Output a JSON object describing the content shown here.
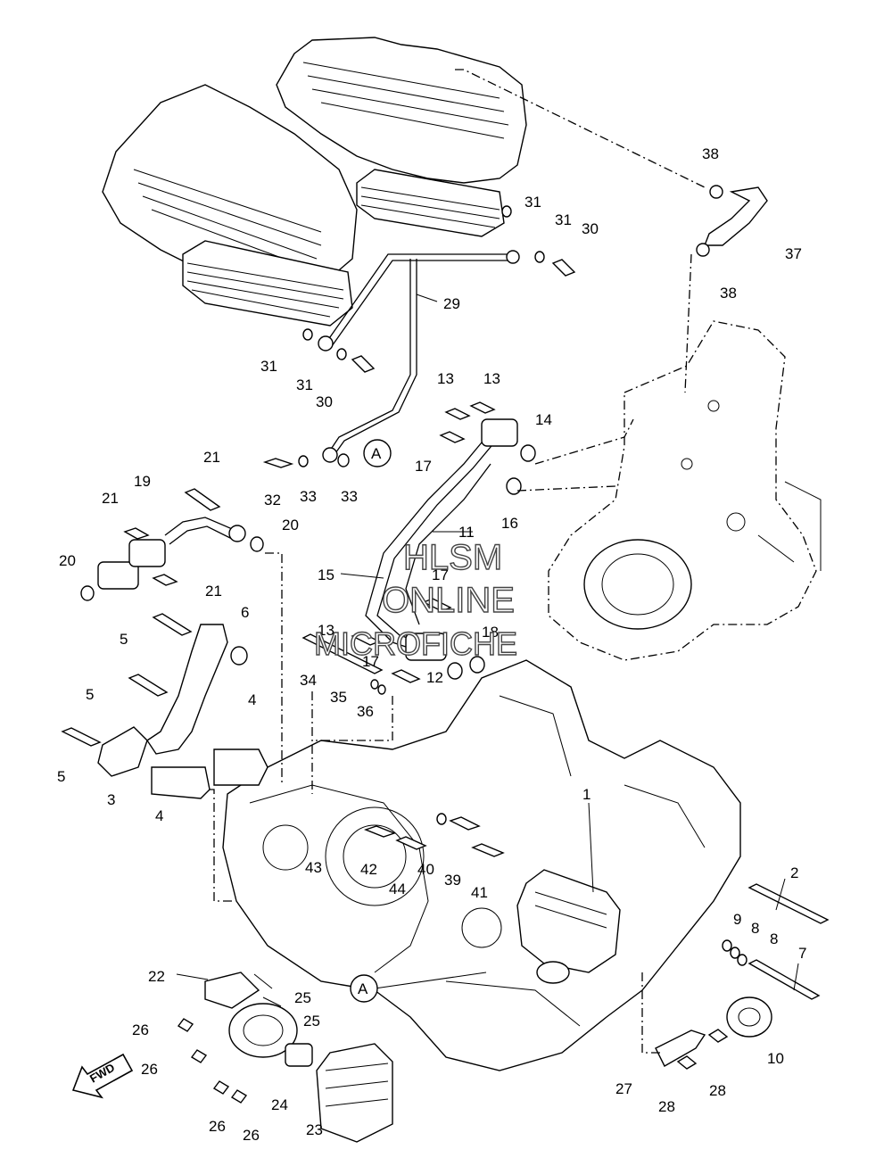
{
  "watermark": {
    "line1": "HLSM",
    "line2": "ONLINE",
    "line3": "MICROFICHE"
  },
  "fwd_label": "FWD",
  "ref_marker": "A",
  "callouts": [
    "1",
    "2",
    "3",
    "4",
    "4",
    "5",
    "5",
    "5",
    "6",
    "7",
    "8",
    "8",
    "9",
    "10",
    "11",
    "12",
    "13",
    "13",
    "13",
    "14",
    "15",
    "16",
    "17",
    "17",
    "17",
    "18",
    "19",
    "20",
    "20",
    "21",
    "21",
    "21",
    "22",
    "23",
    "24",
    "25",
    "25",
    "26",
    "26",
    "26",
    "26",
    "27",
    "28",
    "28",
    "29",
    "30",
    "30",
    "31",
    "31",
    "31",
    "31",
    "32",
    "33",
    "33",
    "34",
    "35",
    "36",
    "37",
    "38",
    "38",
    "39",
    "40",
    "41",
    "42",
    "43",
    "44"
  ]
}
